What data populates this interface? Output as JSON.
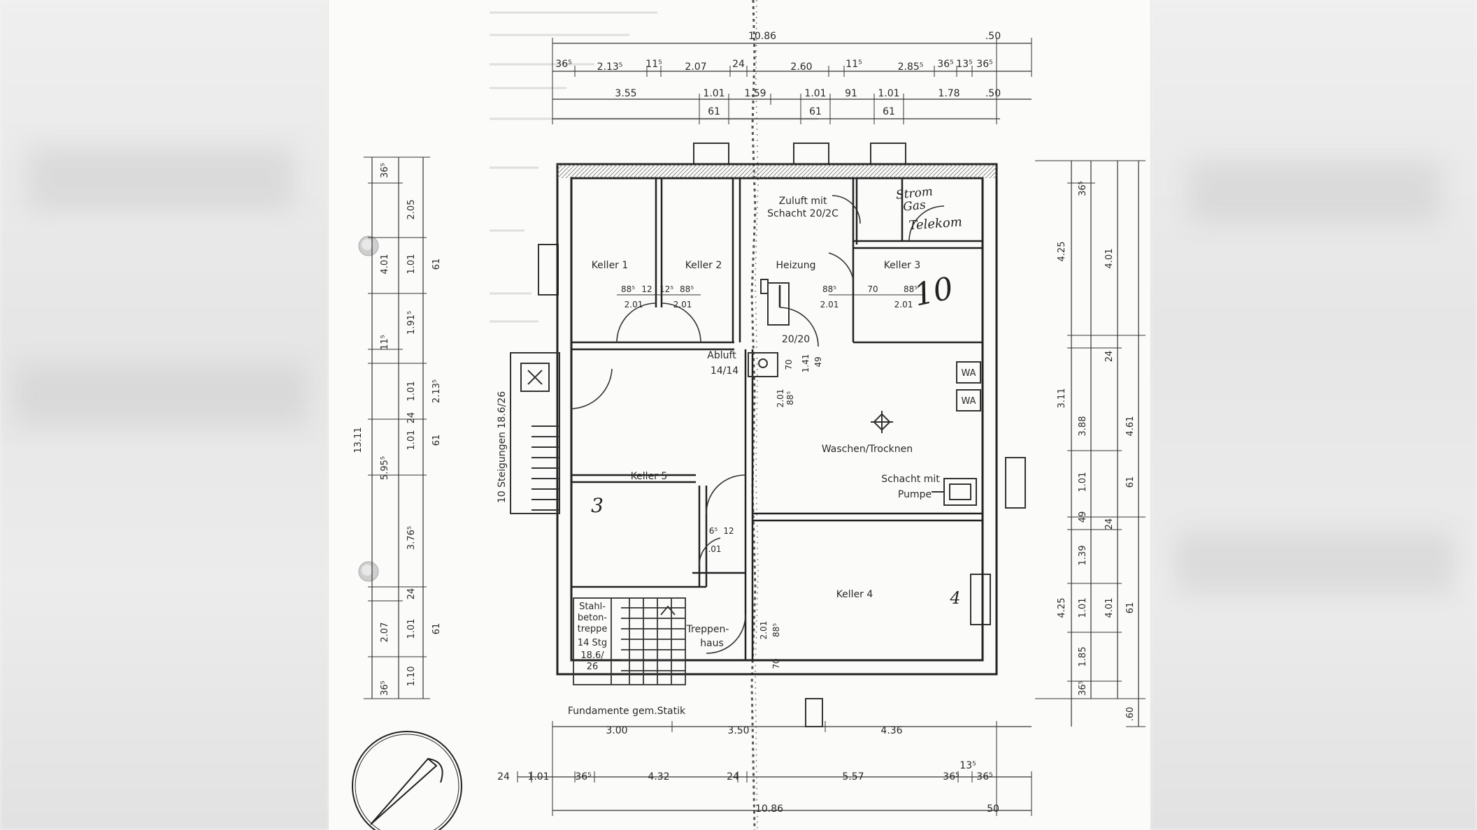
{
  "rooms": {
    "keller1": "Keller 1",
    "keller2": "Keller 2",
    "zuluft_line1": "Zuluft mit",
    "zuluft_line2": "Schacht 20/2C",
    "heizung": "Heizung",
    "keller3": "Keller 3",
    "abluft_line1": "Abluft",
    "abluft_line2": "14/14",
    "vent": "20/20",
    "waschen": "Waschen/Trocknen",
    "schacht_line1": "Schacht mit",
    "schacht_line2": "Pumpe",
    "keller5": "Keller 5",
    "keller4": "Keller 4",
    "treppenhaus_line1": "Treppen-",
    "treppenhaus_line2": "haus",
    "stahl_line1": "Stahl-",
    "stahl_line2": "beton-",
    "stahl_line3": "treppe",
    "stahl_line4": "14 Stg",
    "stahl_line5": "18.6/",
    "stahl_line6": "26",
    "stair_left": "10 Steigungen 18.6/26",
    "wa1": "WA",
    "wa2": "WA",
    "fundamente": "Fundamente gem.Statik"
  },
  "handwriting": {
    "note_line1": "Strom",
    "note_line2": "Gas",
    "note_line3": "Telekom",
    "num10": "10",
    "num3": "3",
    "num4": "4"
  },
  "dims": {
    "top_total": "10.86",
    "top_end": ".50",
    "top_row2": [
      "36⁵",
      "2.13⁵",
      "11⁵",
      "2.07",
      "24",
      "2.60",
      "11⁵",
      "2.85⁵",
      "36⁵",
      "13⁵",
      "36⁵"
    ],
    "top_row3": [
      "3.55",
      "1.01",
      "1.59",
      "1.01",
      "91",
      "1.01",
      "1.78",
      ".50"
    ],
    "top_row3_sub": [
      "61",
      "61",
      "61"
    ],
    "bottom_row1": [
      "3.00",
      "3.50",
      "4.36"
    ],
    "bottom_row2": [
      "24",
      "1.01",
      "36⁵",
      "4.32",
      "24",
      "5.57",
      "36⁵",
      "13⁵",
      "36⁵"
    ],
    "bottom_total": "10.86",
    "bottom_end": "50",
    "left_outer": [
      "36⁵",
      "2.05",
      "4.01",
      "1.01",
      "1.91⁵",
      "11⁵",
      "1.01",
      "2.13⁵",
      "24",
      "1.01",
      "5.95⁵",
      "3.76⁵",
      "24",
      "2.07",
      "1.01",
      "1.10",
      "36⁵"
    ],
    "left_inner": [
      "61",
      "61",
      "61"
    ],
    "left_total": "13.11",
    "right_outer": [
      "4.25",
      "3.11",
      "4.25",
      ".60"
    ],
    "right_mid": [
      "4.01",
      "4.61",
      "4.01"
    ],
    "right_inner": [
      "36⁵",
      "24",
      "3.88",
      "1.01",
      "49",
      "24",
      "1.39",
      "1.01",
      "1.85",
      "36⁵"
    ],
    "right_sub": [
      "61",
      "61"
    ],
    "door_k1": [
      "88⁵",
      "12",
      "12⁵",
      "88⁵"
    ],
    "door_k1_w": [
      "2.01",
      "2.01"
    ],
    "door_hz": [
      "88⁵",
      "70",
      "88⁵"
    ],
    "door_hz_w": [
      "2.01",
      "2.01"
    ],
    "misc": [
      "70",
      "1.41",
      "49",
      "88⁵",
      "2.01",
      "6⁵",
      "12",
      ".01",
      "88⁵",
      "2.01",
      "70"
    ]
  }
}
